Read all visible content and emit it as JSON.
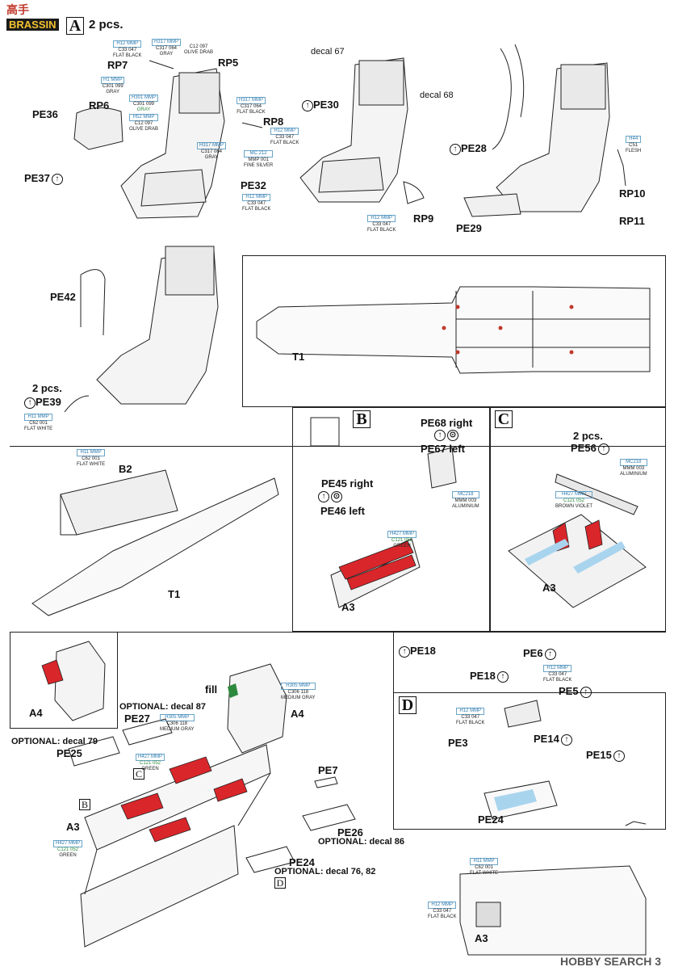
{
  "header": {
    "logo_cn": "高手",
    "logo_brand": "BRASSIN",
    "section_a_letter": "A",
    "section_a_qty": "2 pcs."
  },
  "section_a": {
    "parts": {
      "rp7": "RP7",
      "rp5": "RP5",
      "rp6": "RP6",
      "rp8": "RP8",
      "pe36": "PE36",
      "pe37": "PE37",
      "pe32": "PE32",
      "decal67": "decal 67",
      "decal68": "decal 68",
      "pe30": "PE30",
      "rp9": "RP9",
      "pe28": "PE28",
      "pe29": "PE29",
      "rp10": "RP10",
      "rp11": "RP11",
      "pe42": "PE42",
      "pe39_qty": "2 pcs.",
      "pe39": "PE39",
      "t1": "T1"
    },
    "paints": [
      {
        "id": "p1",
        "brand": "H12 MMP",
        "code": "C33 047",
        "name": "FLAT BLACK"
      },
      {
        "id": "p2",
        "brand": "H317 MMP",
        "code": "C317 064",
        "name": "GRAY"
      },
      {
        "id": "p3",
        "brand": "",
        "code": "C12 097",
        "name": "OLIVE DRAB"
      },
      {
        "id": "p4",
        "brand": "H1 MMP",
        "code": "C301 099",
        "name": "GRAY"
      },
      {
        "id": "p5",
        "brand": "H317 MMP",
        "code": "C317 064",
        "name": "FLAT BLACK"
      },
      {
        "id": "p6",
        "brand": "H12 MMP",
        "code": "C33 047",
        "name": "FLAT BLACK"
      },
      {
        "id": "p7",
        "brand": "H301 MMP",
        "code": "C301 099",
        "name": "GRAY"
      },
      {
        "id": "p8",
        "brand": "H52 MMP",
        "code": "C12 097",
        "name": "OLIVE DRAB"
      },
      {
        "id": "p9",
        "brand": "H317 MMP",
        "code": "C317 064",
        "name": "GRAY"
      },
      {
        "id": "p10",
        "brand": "MC 212",
        "code": "MMP 001",
        "name": "FINE SILVER"
      },
      {
        "id": "p11",
        "brand": "H12 MMP",
        "code": "C33 047",
        "name": "FLAT BLACK"
      },
      {
        "id": "p12",
        "brand": "H12 MMP",
        "code": "C33 047",
        "name": "FLAT BLACK"
      },
      {
        "id": "p13",
        "brand": "H44",
        "code": "C51",
        "name": "FLESH"
      },
      {
        "id": "p14",
        "brand": "H11 MMP",
        "code": "C62 001",
        "name": "FLAT WHITE"
      }
    ]
  },
  "section_b": {
    "letter": "B",
    "b2": "B2",
    "t1": "T1",
    "pe68": "PE68 right",
    "pe67": "PE67 left",
    "pe45": "PE45 right",
    "pe46": "PE46 left",
    "a3": "A3",
    "paints": [
      {
        "id": "b1",
        "brand": "H11 MMP",
        "code": "C62 001",
        "name": "FLAT WHITE"
      },
      {
        "id": "b2",
        "brand": "MC218",
        "code": "MMM 003",
        "name": "ALUMINIUM"
      },
      {
        "id": "b3",
        "brand": "H427 MMP",
        "code": "C121 052",
        "name": "GREEN"
      }
    ]
  },
  "section_c": {
    "letter": "C",
    "qty": "2 pcs.",
    "pe56": "PE56",
    "a3": "A3",
    "paints": [
      {
        "id": "c1",
        "brand": "MC218",
        "code": "MMM 003",
        "name": "ALUMINIUM"
      },
      {
        "id": "c2",
        "brand": "H427 MMP",
        "code": "C121 052",
        "name": "BROWN VIOLET"
      }
    ]
  },
  "section_bottom_left": {
    "a4_small": "A4",
    "fill": "fill",
    "opt87": "OPTIONAL: decal 87",
    "pe27": "PE27",
    "opt79": "OPTIONAL: decal 79",
    "pe25": "PE25",
    "a4": "A4",
    "a3": "A3",
    "pe7": "PE7",
    "pe26": "PE26",
    "opt86": "OPTIONAL: decal 86",
    "pe24": "PE24",
    "opt7682": "OPTIONAL: decal 76, 82",
    "box_b": "B",
    "box_c": "C",
    "box_d": "D",
    "paints": [
      {
        "id": "l1",
        "brand": "H305 MMP",
        "code": "C306 118",
        "name": "MEDIUM GRAY"
      },
      {
        "id": "l2",
        "brand": "H305 MMP",
        "code": "C306 118",
        "name": "MEDIUM GRAY"
      },
      {
        "id": "l3",
        "brand": "H427 MMP",
        "code": "C121 052",
        "name": "GREEN"
      },
      {
        "id": "l4",
        "brand": "H427 MMP",
        "code": "C121 052",
        "name": "GREEN"
      }
    ]
  },
  "section_d": {
    "letter": "D",
    "pe18a": "PE18",
    "pe18b": "PE18",
    "pe6": "PE6",
    "pe5": "PE5",
    "pe3": "PE3",
    "pe14": "PE14",
    "pe15": "PE15",
    "pe24": "PE24",
    "a3": "A3",
    "paints": [
      {
        "id": "d1",
        "brand": "H12 MMP",
        "code": "C33 047",
        "name": "FLAT BLACK"
      },
      {
        "id": "d2",
        "brand": "H12 MMP",
        "code": "C33 047",
        "name": "FLAT BLACK"
      },
      {
        "id": "d3",
        "brand": "H11 MMP",
        "code": "C62 001",
        "name": "FLAT WHITE"
      },
      {
        "id": "d4",
        "brand": "H12 MMP",
        "code": "C33 047",
        "name": "FLAT BLACK"
      }
    ]
  },
  "footer": {
    "watermark": "HOBBY SEARCH",
    "page": "3"
  },
  "colors": {
    "photoetch_red": "#d9262a",
    "line": "#222222",
    "paint_blue": "#2c7ab0",
    "paint_green": "#2d8a3d",
    "highlight_blue": "#a9d4ee"
  }
}
